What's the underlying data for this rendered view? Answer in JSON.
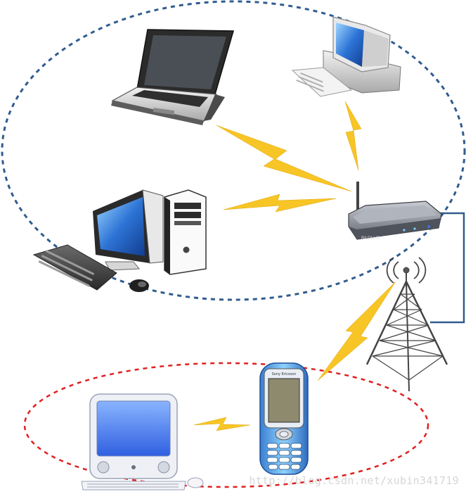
{
  "diagram": {
    "nodes": [
      {
        "id": "laptop",
        "icon": "laptop-icon"
      },
      {
        "id": "desktop-pc",
        "icon": "desktop-pc-icon"
      },
      {
        "id": "tower-pc",
        "icon": "tower-pc-icon"
      },
      {
        "id": "router",
        "icon": "wireless-router-icon",
        "label": "BILOLLIS"
      },
      {
        "id": "cell-tower",
        "icon": "cell-tower-icon"
      },
      {
        "id": "mobile-phone",
        "icon": "mobile-phone-icon",
        "label": "Sony Ericsson"
      },
      {
        "id": "imac",
        "icon": "imac-icon"
      }
    ],
    "groups": [
      {
        "id": "wlan-group",
        "color": "#2f5c8f",
        "members": [
          "laptop",
          "desktop-pc",
          "tower-pc",
          "router"
        ]
      },
      {
        "id": "mobile-group",
        "color": "#e02020",
        "members": [
          "mobile-phone",
          "imac"
        ]
      }
    ],
    "links": [
      {
        "from": "laptop",
        "to": "router",
        "style": "lightning"
      },
      {
        "from": "desktop-pc",
        "to": "router",
        "style": "lightning"
      },
      {
        "from": "tower-pc",
        "to": "router",
        "style": "lightning"
      },
      {
        "from": "router",
        "to": "cell-tower",
        "style": "wired"
      },
      {
        "from": "cell-tower",
        "to": "mobile-phone",
        "style": "lightning"
      },
      {
        "from": "mobile-phone",
        "to": "imac",
        "style": "lightning"
      }
    ],
    "colors": {
      "lightning": "#f7c526",
      "wired": "#2f5c8f"
    }
  },
  "watermark": "http://blog.csdn.net/xubin341719"
}
